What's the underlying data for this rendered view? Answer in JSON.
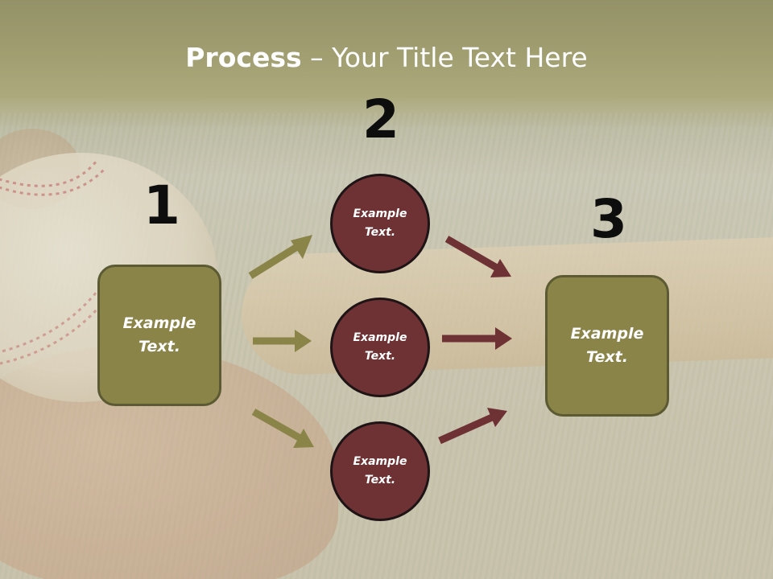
{
  "title": {
    "bold": "Process",
    "rest": " – Your Title Text Here"
  },
  "steps": {
    "one": "1",
    "two": "2",
    "three": "3"
  },
  "boxes": {
    "left": {
      "line1": "Example",
      "line2": "Text."
    },
    "right": {
      "line1": "Example",
      "line2": "Text."
    }
  },
  "circles": {
    "top": {
      "line1": "Example",
      "line2": "Text."
    },
    "middle": {
      "line1": "Example",
      "line2": "Text."
    },
    "bottom": {
      "line1": "Example",
      "line2": "Text."
    }
  },
  "colors": {
    "olive_box": "#8a8449",
    "maroon_circle": "#6e3234",
    "olive_arrow": "#8a8449",
    "maroon_arrow": "#6e3234",
    "title_text": "#ffffff"
  }
}
